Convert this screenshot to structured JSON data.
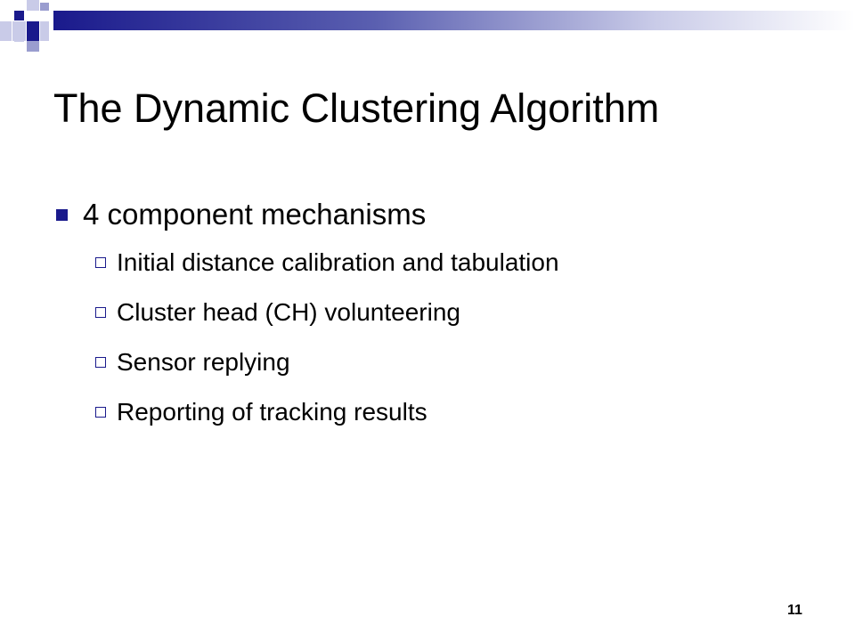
{
  "slide": {
    "title": "The Dynamic Clustering Algorithm",
    "bullets": [
      {
        "text": "4 component mechanisms",
        "sub": [
          "Initial distance calibration and tabulation",
          "Cluster head (CH) volunteering",
          "Sensor replying",
          "Reporting of tracking results"
        ]
      }
    ],
    "page_number": "11"
  },
  "colors": {
    "accent": "#1a1a8c",
    "light_accent": "#c9cbe8",
    "text": "#000000",
    "background": "#ffffff"
  },
  "icons": {
    "level1_bullet": "filled-square-icon",
    "level2_bullet": "hollow-square-icon"
  }
}
